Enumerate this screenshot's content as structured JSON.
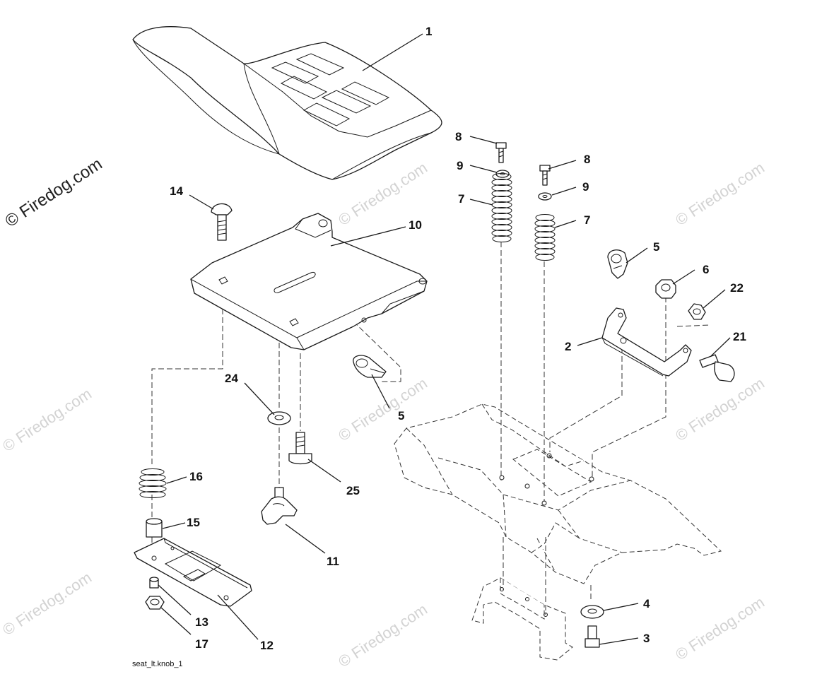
{
  "diagram": {
    "drawing_code": "seat_lt.knob_1",
    "watermark_main": "© Firedog.com",
    "watermark_tile": "© Firedog.com",
    "callouts": {
      "c1": "1",
      "c2": "2",
      "c3": "3",
      "c4": "4",
      "c5a": "5",
      "c5b": "5",
      "c6": "6",
      "c7a": "7",
      "c7b": "7",
      "c8a": "8",
      "c8b": "8",
      "c9a": "9",
      "c9b": "9",
      "c10": "10",
      "c11": "11",
      "c12": "12",
      "c13": "13",
      "c14": "14",
      "c15": "15",
      "c16": "16",
      "c17": "17",
      "c21": "21",
      "c22": "22",
      "c24": "24",
      "c25": "25"
    }
  }
}
